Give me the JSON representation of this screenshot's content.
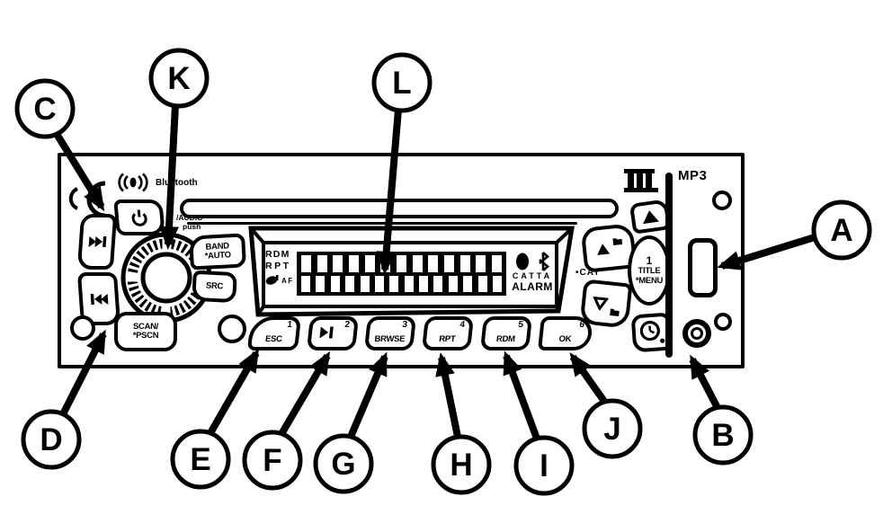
{
  "callouts": {
    "a": "A",
    "b": "B",
    "c": "C",
    "d": "D",
    "e": "E",
    "f": "F",
    "g": "G",
    "h": "H",
    "i": "I",
    "j": "J",
    "k": "K",
    "l": "L"
  },
  "branding": {
    "bluetooth_label": "Bluetooth",
    "format_label": "MP3"
  },
  "left_cluster": {
    "band_button": [
      "BAND",
      "*AUTO"
    ],
    "src_button": "SRC",
    "scan_button": [
      "SCAN/",
      "*PSCN"
    ],
    "knob_label": [
      "/AUDIO",
      "push"
    ]
  },
  "display": {
    "left_indicators": [
      "RDM",
      "RPT",
      "AF"
    ],
    "right_indicators": [
      "CATTA",
      "ALARM"
    ],
    "matrix_rows": [
      13,
      14
    ]
  },
  "right_cluster": {
    "cat_label": "•CAT",
    "title_button": [
      "1",
      "TITLE",
      "*MENU"
    ]
  },
  "preset_buttons": [
    {
      "num": "1",
      "label": "ESC"
    },
    {
      "num": "2",
      "label": ""
    },
    {
      "num": "3",
      "label": "BRWSE"
    },
    {
      "num": "4",
      "label": "RPT"
    },
    {
      "num": "5",
      "label": "RDM"
    },
    {
      "num": "6",
      "label": "OK"
    }
  ]
}
